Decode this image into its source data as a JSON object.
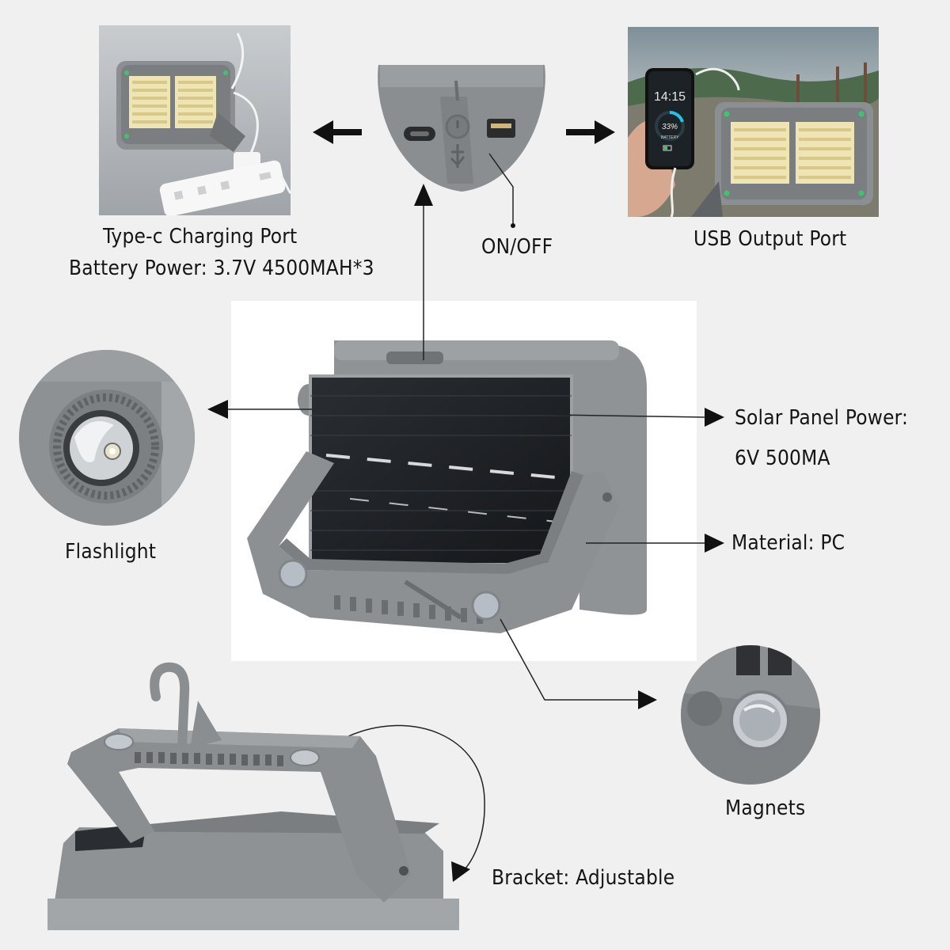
{
  "callouts": {
    "charging": {
      "line1": "Type-c Charging Port",
      "line2": "Battery Power: 3.7V 4500MAH*3"
    },
    "switch": "ON/OFF",
    "usb": "USB Output Port",
    "flashlight": "Flashlight",
    "solar": {
      "line1": "Solar Panel Power:",
      "line2": "6V 500MA"
    },
    "material": "Material: PC",
    "magnets": "Magnets",
    "bracket": "Bracket:  Adjustable"
  },
  "phone": {
    "time": "14:15",
    "percent": "33%",
    "battery_label": "BATTERY"
  },
  "colors": {
    "background": "#f0f0f0",
    "housing": "#8e9294",
    "panel": "#1d2024",
    "led": "#f2e6b8",
    "accent_green": "#3ec46d"
  }
}
